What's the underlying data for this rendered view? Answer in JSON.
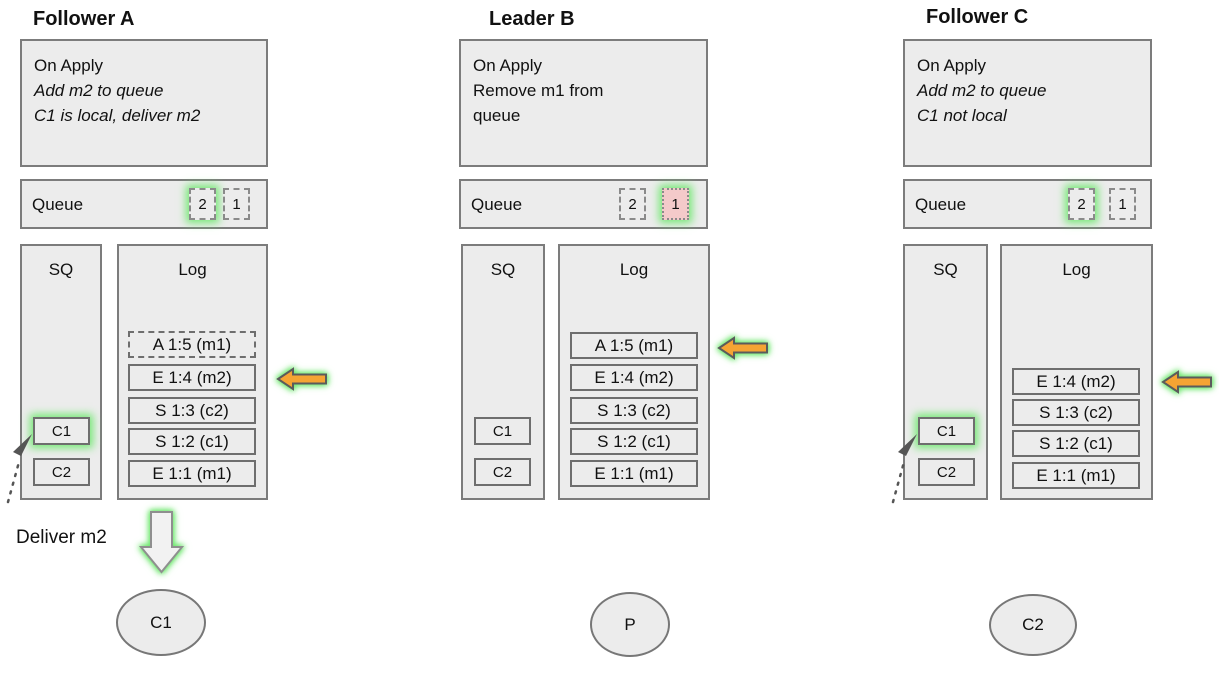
{
  "diagram": {
    "columns": [
      {
        "title": "Follower A",
        "on_apply": {
          "title": "On Apply",
          "lines": [
            "Add m2 to queue",
            "C1 is local, deliver m2"
          ]
        },
        "queue": {
          "label": "Queue",
          "slots": [
            {
              "value": "2",
              "highlighted": true
            },
            {
              "value": "1",
              "highlighted": false
            }
          ]
        },
        "sq": {
          "label": "SQ",
          "items": [
            {
              "value": "C1",
              "highlighted": true
            },
            {
              "value": "C2",
              "highlighted": false
            }
          ]
        },
        "log": {
          "label": "Log",
          "entries": [
            {
              "text": "A 1:5 (m1)",
              "border": "dashed"
            },
            {
              "text": "E 1:4 (m2)",
              "border": "solid",
              "pointer": true
            },
            {
              "text": "S 1:3 (c2)",
              "border": "solid"
            },
            {
              "text": "S 1:2 (c1)",
              "border": "solid"
            },
            {
              "text": "E 1:1 (m1)",
              "border": "solid"
            }
          ]
        },
        "deliver_label": "Deliver m2",
        "node_label": "C1"
      },
      {
        "title": "Leader B",
        "on_apply": {
          "title": "On Apply",
          "lines": [
            "Remove m1 from",
            "queue"
          ]
        },
        "queue": {
          "label": "Queue",
          "slots": [
            {
              "value": "2",
              "highlighted": false
            },
            {
              "value": "1",
              "highlighted": true,
              "removed": true
            }
          ]
        },
        "sq": {
          "label": "SQ",
          "items": [
            {
              "value": "C1",
              "highlighted": false
            },
            {
              "value": "C2",
              "highlighted": false
            }
          ]
        },
        "log": {
          "label": "Log",
          "entries": [
            {
              "text": "A 1:5 (m1)",
              "border": "solid",
              "pointer": true
            },
            {
              "text": "E 1:4 (m2)",
              "border": "solid"
            },
            {
              "text": "S 1:3 (c2)",
              "border": "solid"
            },
            {
              "text": "S 1:2 (c1)",
              "border": "solid"
            },
            {
              "text": "E 1:1 (m1)",
              "border": "solid"
            }
          ]
        },
        "node_label": "P"
      },
      {
        "title": "Follower C",
        "on_apply": {
          "title": "On Apply",
          "lines": [
            "Add m2 to queue",
            "C1 not local"
          ]
        },
        "queue": {
          "label": "Queue",
          "slots": [
            {
              "value": "2",
              "highlighted": true
            },
            {
              "value": "1",
              "highlighted": false
            }
          ]
        },
        "sq": {
          "label": "SQ",
          "items": [
            {
              "value": "C1",
              "highlighted": true
            },
            {
              "value": "C2",
              "highlighted": false
            }
          ]
        },
        "log": {
          "label": "Log",
          "entries": [
            {
              "text": "E 1:4 (m2)",
              "border": "solid",
              "pointer": true
            },
            {
              "text": "S 1:3 (c2)",
              "border": "solid"
            },
            {
              "text": "S 1:2 (c1)",
              "border": "solid"
            },
            {
              "text": "E 1:1 (m1)",
              "border": "solid"
            }
          ]
        },
        "node_label": "C2"
      }
    ],
    "colors": {
      "box_fill": "#ececec",
      "box_border": "#7c7c7c",
      "glow_green": "#76e876",
      "removed_pink": "#f4caca",
      "pointer_arrow_orange": "#f5a433"
    }
  }
}
